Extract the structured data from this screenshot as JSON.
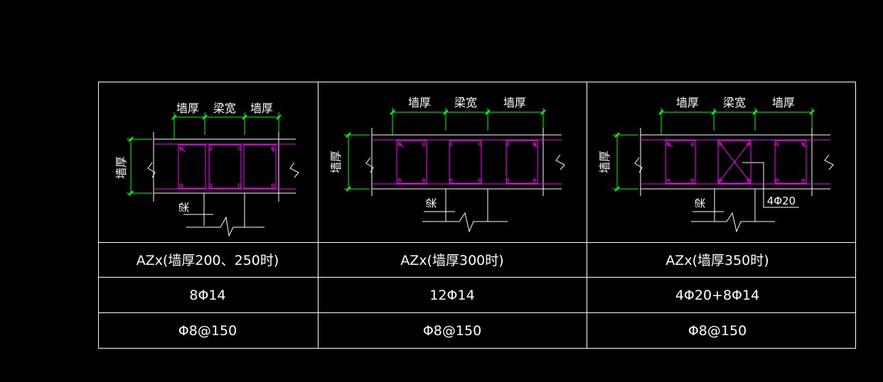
{
  "colors": {
    "background": "#000000",
    "frame": "#ffffff",
    "dimension": "#00ff00",
    "rebar": "#ff00ff"
  },
  "labels": {
    "wall_thickness": "墙厚",
    "beam_width": "梁宽",
    "beam": "梁"
  },
  "columns": [
    {
      "name": "AZx(墙厚200、250时)",
      "main_rebar": "8Φ14",
      "stirrup": "Φ8@150"
    },
    {
      "name": "AZx(墙厚300时)",
      "main_rebar": "12Φ14",
      "stirrup": "Φ8@150"
    },
    {
      "name": "AZx(墙厚350时)",
      "main_rebar": "4Φ20+8Φ14",
      "stirrup": "Φ8@150",
      "callout": "4Φ20"
    }
  ]
}
